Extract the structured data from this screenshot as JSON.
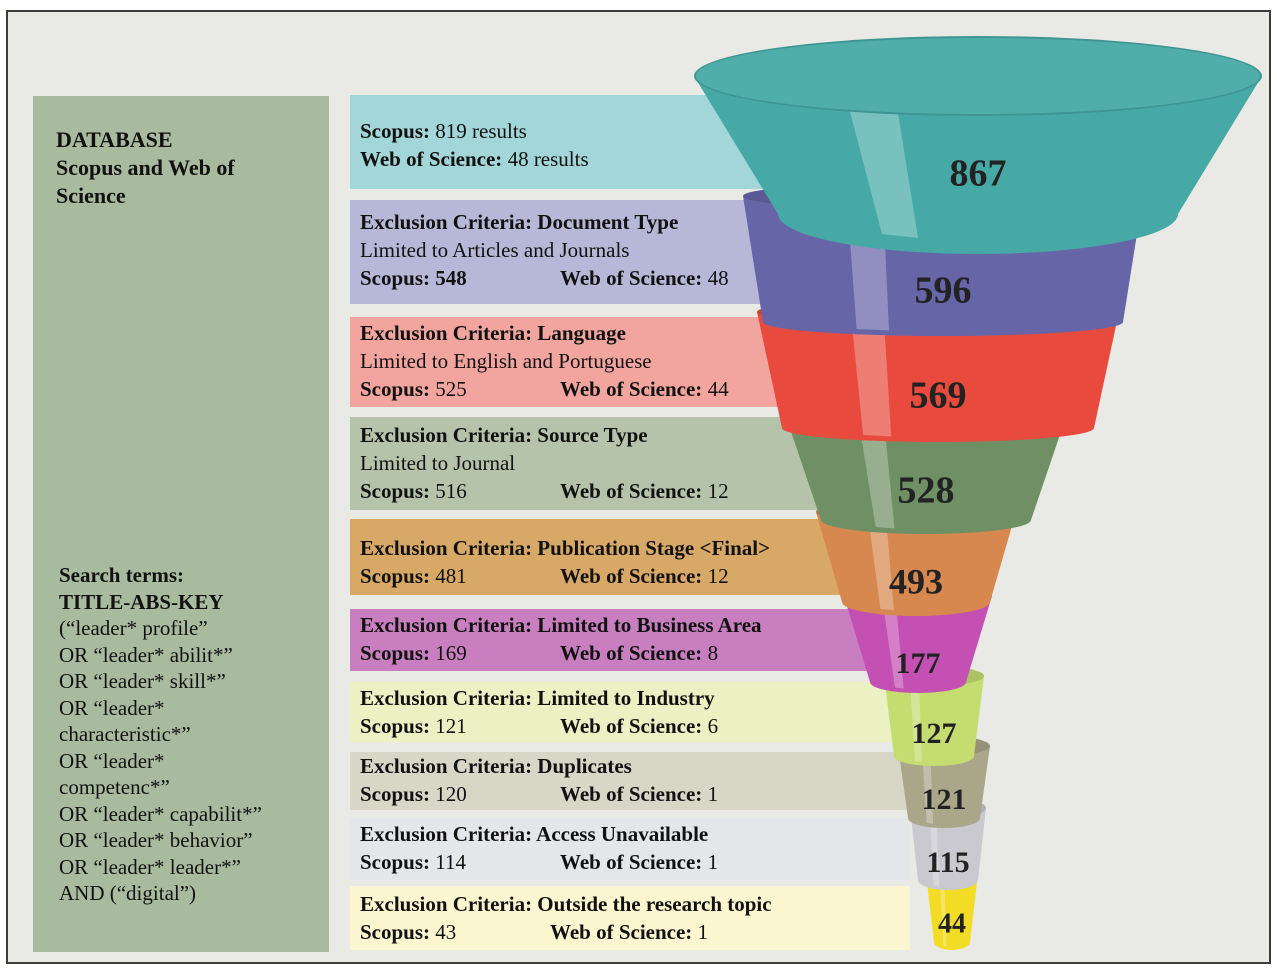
{
  "left": {
    "db_title": [
      "DATABASE",
      "Scopus and Web of",
      "Science"
    ],
    "search_title": [
      "Search terms:",
      "TITLE-ABS-KEY"
    ],
    "search_lines": [
      "(“leader* profile”",
      "OR “leader* abilit*”",
      "OR “leader* skill*”",
      "OR “leader*",
      "characteristic*”",
      "OR “leader*",
      "competenc*”",
      "OR “leader* capabilit*”",
      "OR “leader* behavior”",
      "OR “leader* leader*”",
      "AND (“digital”)"
    ]
  },
  "stages": [
    {
      "criteria": "",
      "description": "",
      "scopus_label": "Scopus:",
      "scopus": "819 results",
      "wos_label": "Web of Science:",
      "wos": "48 results",
      "total": "867",
      "band_color": "#a3d6d8",
      "funnel_color": "#46a9a6"
    },
    {
      "criteria": "Exclusion Criteria: Document Type",
      "description": "Limited to Articles and Journals",
      "scopus_label": "Scopus:",
      "scopus": "548",
      "wos_label": "Web of Science:",
      "wos": "48",
      "total": "596",
      "band_color": "#b7b7d8",
      "funnel_color": "#6665a8"
    },
    {
      "criteria": "Exclusion Criteria: Language",
      "description": "Limited to English and Portuguese",
      "scopus_label": "Scopus:",
      "scopus": "525",
      "wos_label": "Web of Science:",
      "wos": "44",
      "total": "569",
      "band_color": "#f2a49e",
      "funnel_color": "#e84b3e"
    },
    {
      "criteria": "Exclusion Criteria: Source Type",
      "description": "Limited to Journal",
      "scopus_label": "Scopus:",
      "scopus": "516",
      "wos_label": "Web of Science:",
      "wos": "12",
      "total": "528",
      "band_color": "#b5c3ab",
      "funnel_color": "#6f9065"
    },
    {
      "criteria": "Exclusion Criteria: Publication Stage <Final>",
      "description": "",
      "scopus_label": "Scopus:",
      "scopus": "481",
      "wos_label": "Web of Science:",
      "wos": "12",
      "total": "493",
      "band_color": "#d8a866",
      "funnel_color": "#d7884f"
    },
    {
      "criteria": "Exclusion Criteria: Limited to Business Area",
      "description": "",
      "scopus_label": "Scopus:",
      "scopus": "169",
      "wos_label": "Web of Science:",
      "wos": "8",
      "total": "177",
      "band_color": "#c97fbf",
      "funnel_color": "#c350b2"
    },
    {
      "criteria": "Exclusion Criteria: Limited to Industry",
      "description": "",
      "scopus_label": "Scopus:",
      "scopus": "121",
      "wos_label": "Web of Science:",
      "wos": "6",
      "total": "127",
      "band_color": "#ecf1c3",
      "funnel_color": "#c4dc70"
    },
    {
      "criteria": "Exclusion Criteria: Duplicates",
      "description": "",
      "scopus_label": "Scopus:",
      "scopus": "120",
      "wos_label": "Web of Science:",
      "wos": "1",
      "total": "121",
      "band_color": "#d8d6c7",
      "funnel_color": "#a9a68a"
    },
    {
      "criteria": "Exclusion Criteria: Access Unavailable",
      "description": "",
      "scopus_label": "Scopus:",
      "scopus": "114",
      "wos_label": "Web of Science:",
      "wos": "1",
      "total": "115",
      "band_color": "#e5e6e9",
      "funnel_color": "#c9c9cf"
    },
    {
      "criteria": "Exclusion Criteria: Outside the research topic",
      "description": "",
      "scopus_label": "Scopus:",
      "scopus": "43",
      "wos_label": "Web of Science:",
      "wos": "1",
      "total": "44",
      "band_color": "#fbf6cf",
      "funnel_color": "#f3dc26"
    }
  ]
}
